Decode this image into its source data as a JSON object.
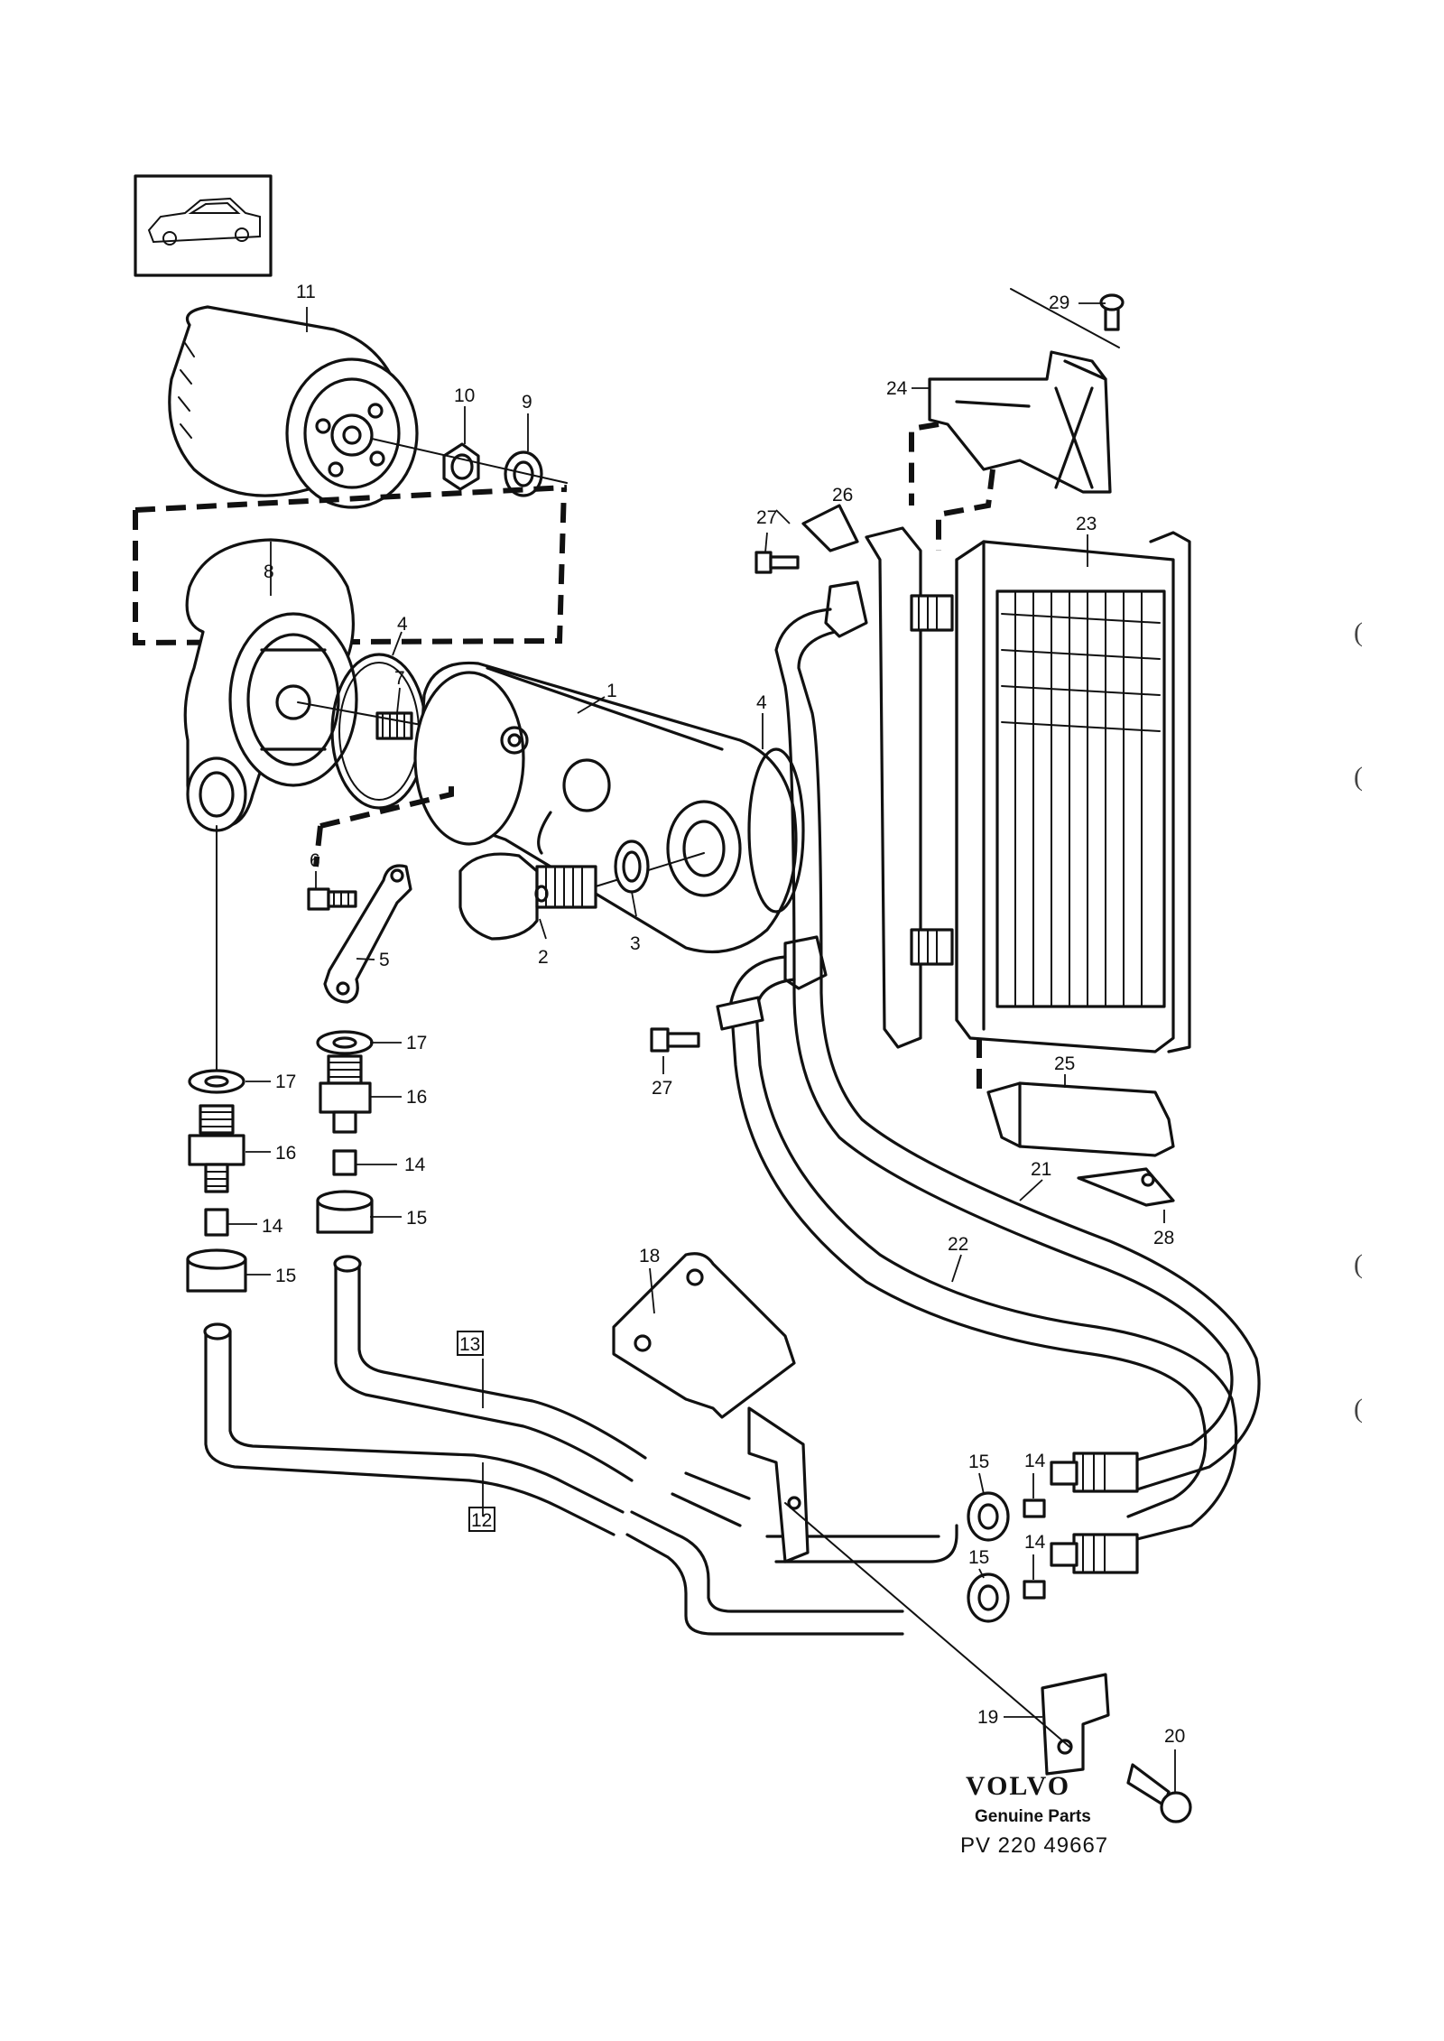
{
  "callouts": [
    {
      "id": "c1",
      "text": "1"
    },
    {
      "id": "c2",
      "text": "2"
    },
    {
      "id": "c3",
      "text": "3"
    },
    {
      "id": "c4a",
      "text": "4"
    },
    {
      "id": "c4b",
      "text": "4"
    },
    {
      "id": "c5",
      "text": "5"
    },
    {
      "id": "c6",
      "text": "6"
    },
    {
      "id": "c7",
      "text": "7"
    },
    {
      "id": "c8",
      "text": "8"
    },
    {
      "id": "c9",
      "text": "9"
    },
    {
      "id": "c10",
      "text": "10"
    },
    {
      "id": "c11",
      "text": "11"
    },
    {
      "id": "c12",
      "text": "12"
    },
    {
      "id": "c13",
      "text": "13"
    },
    {
      "id": "c14a",
      "text": "14"
    },
    {
      "id": "c14b",
      "text": "14"
    },
    {
      "id": "c14c",
      "text": "14"
    },
    {
      "id": "c14d",
      "text": "14"
    },
    {
      "id": "c15a",
      "text": "15"
    },
    {
      "id": "c15b",
      "text": "15"
    },
    {
      "id": "c15c",
      "text": "15"
    },
    {
      "id": "c15d",
      "text": "15"
    },
    {
      "id": "c16a",
      "text": "16"
    },
    {
      "id": "c16b",
      "text": "16"
    },
    {
      "id": "c17a",
      "text": "17"
    },
    {
      "id": "c17b",
      "text": "17"
    },
    {
      "id": "c18",
      "text": "18"
    },
    {
      "id": "c19",
      "text": "19"
    },
    {
      "id": "c20",
      "text": "20"
    },
    {
      "id": "c21",
      "text": "21"
    },
    {
      "id": "c22",
      "text": "22"
    },
    {
      "id": "c23",
      "text": "23"
    },
    {
      "id": "c24",
      "text": "24"
    },
    {
      "id": "c25",
      "text": "25"
    },
    {
      "id": "c26",
      "text": "26"
    },
    {
      "id": "c27a",
      "text": "27"
    },
    {
      "id": "c27b",
      "text": "27"
    },
    {
      "id": "c28",
      "text": "28"
    },
    {
      "id": "c29",
      "text": "29"
    }
  ],
  "footer": {
    "brand": "VOLVO",
    "subtitle": "Genuine Parts",
    "reference": "PV 220 49667"
  },
  "margin_marks": [
    "(",
    "(",
    "(",
    "("
  ]
}
